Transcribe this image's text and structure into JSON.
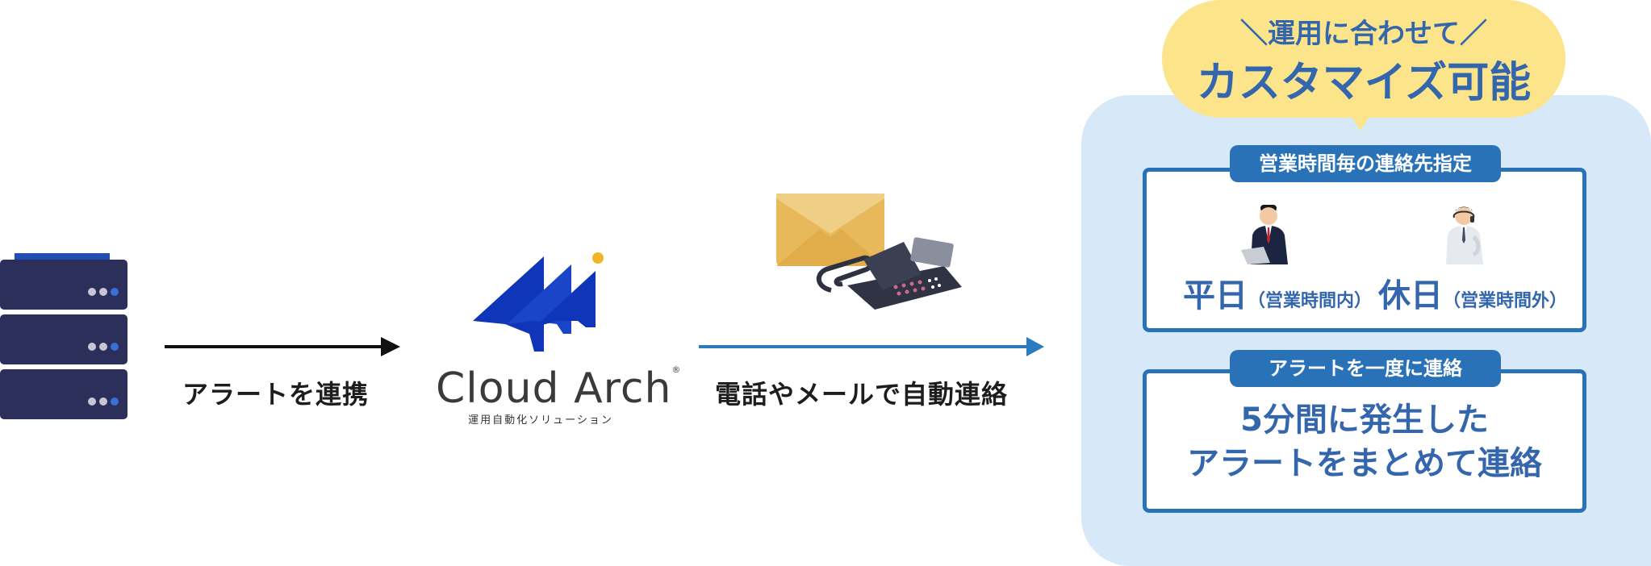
{
  "flow": {
    "arrow1_label": "アラートを連携",
    "logo_name": "Cloud Arch",
    "logo_reg": "®",
    "logo_tagline": "運用自動化ソリューション",
    "arrow2_label": "電話やメールで自動連絡"
  },
  "panel": {
    "bubble_line1": "＼運用に合わせて／",
    "bubble_line2": "カスタマイズ可能",
    "card1": {
      "tag": "営業時間毎の連絡先指定",
      "weekday_main": "平日",
      "weekday_sub": "（営業時間内）",
      "holiday_main": "休日",
      "holiday_sub": "（営業時間外）"
    },
    "card2": {
      "tag": "アラートを一度に連絡",
      "line1": "5分間に発生した",
      "line2": "アラートをまとめて連絡"
    }
  },
  "colors": {
    "server": "#2b2f5a",
    "server_accent": "#1f4fb0",
    "logo_blue": "#0f35b8",
    "logo_dot": "#f0b428",
    "arrow_black": "#111111",
    "arrow_blue": "#2a7cc0",
    "panel_bg": "#d7e9f8",
    "bubble": "#fbe48a",
    "accent_blue": "#3466ad",
    "card_border": "#2a72b8",
    "envelope": "#e8b95a"
  },
  "icons": [
    "server-rack-icon",
    "cloud-arch-logo",
    "envelope-icon",
    "desk-phone-icon",
    "businessman-icon",
    "operator-icon"
  ]
}
